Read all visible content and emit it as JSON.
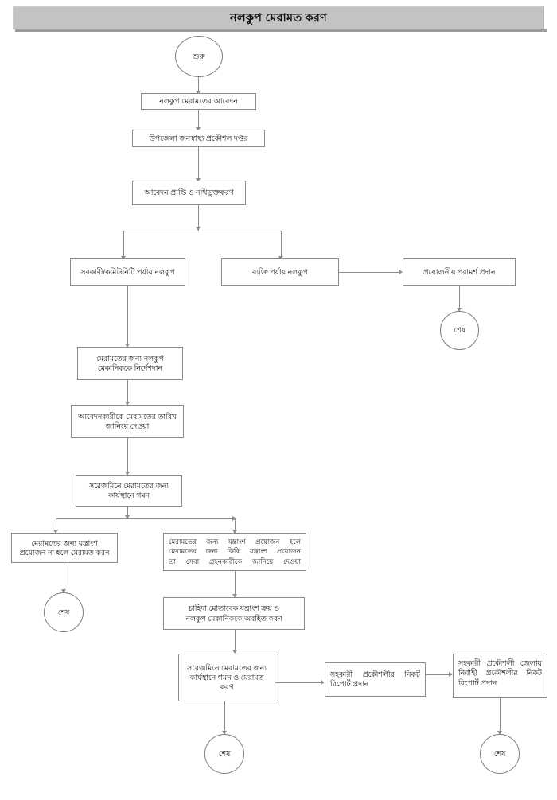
{
  "header": {
    "title": "নলকুপ মেরামত করণ",
    "bar_color": "#c3c3c3",
    "shadow_color": "#9a9a9a"
  },
  "chart_data": {
    "type": "diagram",
    "title": "নলকুপ মেরামত করণ",
    "node_count": 17,
    "line_color": "#8b8b8b"
  },
  "nodes": {
    "start": "শুরু",
    "application": "নলকুপ মেরামতের আবেদন",
    "office": "উপজেলা জনস্বাস্থ্য প্রকৌশল দপ্তর",
    "receipt": "আবেদন প্রাপ্তি ও নথিভুক্তকরণ",
    "branch_govt": "সরকারী/কমিউনিটি পর্যায় নলকুপ",
    "branch_private": "ব্যক্তি পর্যায় নলকুপ",
    "branch_advice": "প্রয়োজনীয় পরামর্শ প্রদান",
    "end_advice": "শেষ",
    "instruct_mechanic_l1": "মেরামতের জন্য নলকুপ",
    "instruct_mechanic_l2": "মেকানিককে নির্দেশদান",
    "inform_date_l1": "আবেদনকারীকে মেরামতের তারিখ",
    "inform_date_l2": "জানিয়ে দেওয়া",
    "site_visit_l1": "সরেজমিনে মেরামতের জন্য",
    "site_visit_l2": "কার্যস্থানে গমন",
    "no_parts_l1": "মেরামতের জন্য যন্ত্রাংশ",
    "no_parts_l2": "প্রয়োজন না হলে মেরামত করন",
    "end_no_parts": "শেষ",
    "parts_needed_l1": "মেরামতের জন্য যন্ত্রাংশ প্রয়োজন হলে",
    "parts_needed_l2": "মেরামতের জন্য কিকি যন্ত্রাংশ প্রয়োজন",
    "parts_needed_l3": "তা সেবা গ্রহনকারীকে জানিয়ে দেওয়া",
    "purchase_l1": "চাহিদা মোতাবেক যন্ত্রাংশ ক্রয় ও",
    "purchase_l2": "নলকুপ মেকানিককে অবহিত করণ",
    "repair_l1": "সরেজমিনে মেরামতের জন্য",
    "repair_l2": "কার্যস্থানে গমন ও মেরামত",
    "repair_l3": "করণ",
    "end_repair": "শেষ",
    "report_ae_l1": "সহকারী  প্রকৌশলীর  নিকট",
    "report_ae_l2": "রিপোর্ট প্রদান",
    "report_ee_l1": "সহকারী  প্রকৌশলী  জেলায়",
    "report_ee_l2": "নির্বাহী  প্রকৌশলীর  নিকট",
    "report_ee_l3": "রিপোর্ট প্রদান",
    "end_report": "শেষ"
  }
}
